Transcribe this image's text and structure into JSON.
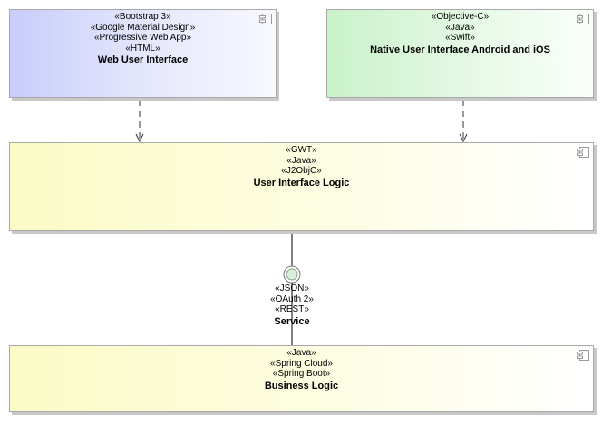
{
  "components": {
    "web": {
      "stereotypes": [
        "«Bootstrap 3»",
        "«Google Material Design»",
        "«Progressive Web App»",
        "«HTML»"
      ],
      "name": "Web User Interface"
    },
    "native": {
      "stereotypes": [
        "«Objective-C»",
        "«Java»",
        "«Swift»"
      ],
      "name": "Native User Interface Android and iOS"
    },
    "ui_logic": {
      "stereotypes": [
        "«GWT»",
        "«Java»",
        "«J2ObjC»"
      ],
      "name": "User Interface Logic"
    },
    "business_logic": {
      "stereotypes": [
        "«Java»",
        "«Spring Cloud»",
        "«Spring Boot»"
      ],
      "name": "Business Logic"
    }
  },
  "interface": {
    "stereotypes": [
      "«JSON»",
      "«OAuth 2»",
      "«REST»"
    ],
    "name": "Service"
  },
  "colors": {
    "web_fill": "#c8cdfa",
    "native_fill": "#c9f2c9",
    "logic_fill": "#fbfbc6",
    "interface_fill": "#d9eed9",
    "border": "#a8a8a8"
  },
  "icons": {
    "component": "component-icon",
    "interface": "lollipop-interface-icon"
  }
}
